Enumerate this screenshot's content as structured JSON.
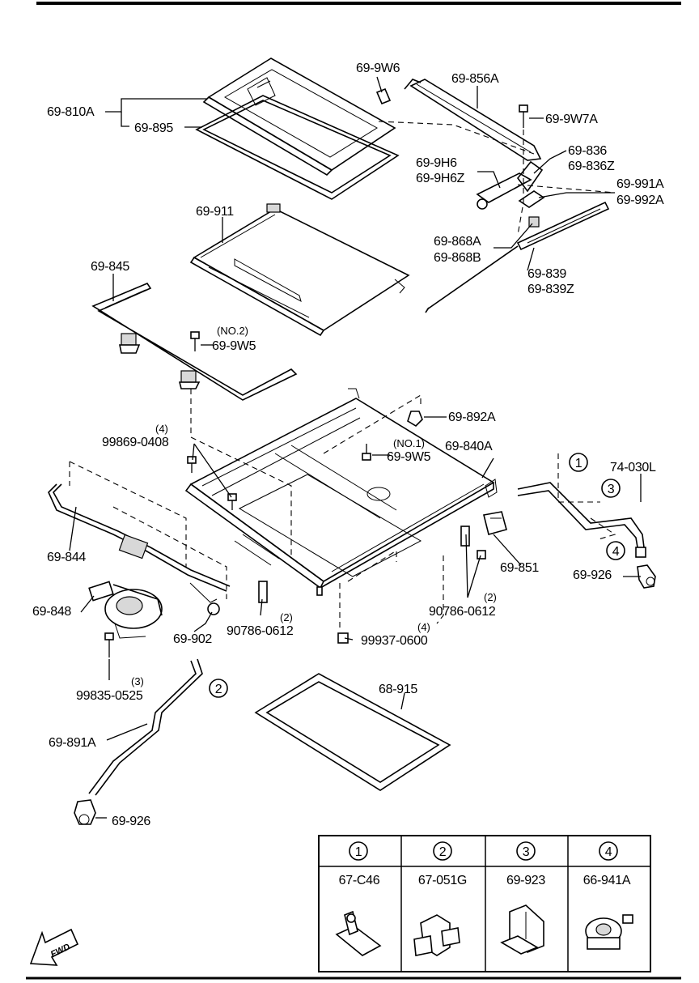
{
  "labels": {
    "p69_9w6": "69-9W6",
    "p69_856a": "69-856A",
    "p69_810a": "69-810A",
    "p69_895": "69-895",
    "p69_9w7a": "69-9W7A",
    "p69_836": "69-836",
    "p69_836z": "69-836Z",
    "p69_9h6": "69-9H6",
    "p69_9h6z": "69-9H6Z",
    "p69_991a": "69-991A",
    "p69_992a": "69-992A",
    "p69_911": "69-911",
    "p69_868a": "69-868A",
    "p69_868b": "69-868B",
    "p69_839": "69-839",
    "p69_839z": "69-839Z",
    "p69_845": "69-845",
    "no2": "(NO.2)",
    "p69_9w5_top": "69-9W5",
    "p69_892a": "69-892A",
    "qty4_a": "(4)",
    "p99869": "99869-0408",
    "no1": "(NO.1)",
    "p69_9w5_mid": "69-9W5",
    "p69_840a": "69-840A",
    "p74_030l": "74-030L",
    "p69_844": "69-844",
    "p69_851": "69-851",
    "qty2_a": "(2)",
    "p90786_right": "90786-0612",
    "p69_926_right": "69-926",
    "p69_848": "69-848",
    "qty2_b": "(2)",
    "p90786_center": "90786-0612",
    "p69_902": "69-902",
    "qty4_b": "(4)",
    "p99937": "99937-0600",
    "qty3": "(3)",
    "p99835": "99835-0525",
    "p68_915": "68-915",
    "p69_891a": "69-891A",
    "p69_926_left": "69-926",
    "fwd": "FWD"
  },
  "callouts": {
    "c1": "1",
    "c2": "2",
    "c3": "3",
    "c4": "4"
  },
  "legend": {
    "columns": [
      {
        "number": "1",
        "part": "67-C46"
      },
      {
        "number": "2",
        "part": "67-051G"
      },
      {
        "number": "3",
        "part": "69-923"
      },
      {
        "number": "4",
        "part": "66-941A"
      }
    ]
  }
}
